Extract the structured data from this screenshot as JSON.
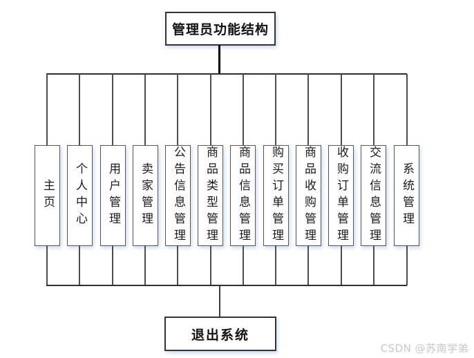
{
  "diagram": {
    "root": {
      "label": "管理员功能结构"
    },
    "branches": [
      {
        "label": "主页"
      },
      {
        "label": "个人中心"
      },
      {
        "label": "用户管理"
      },
      {
        "label": "卖家管理"
      },
      {
        "label": "公告信息管理"
      },
      {
        "label": "商品类型管理"
      },
      {
        "label": "商品信息管理"
      },
      {
        "label": "购买订单管理"
      },
      {
        "label": "商品收购管理"
      },
      {
        "label": "收购订单管理"
      },
      {
        "label": "交流信息管理"
      },
      {
        "label": "系统管理"
      }
    ],
    "exit": {
      "label": "退出系统"
    }
  },
  "watermark": {
    "text": "CSDN @苏南学弟"
  },
  "colors": {
    "background": "#ffffff",
    "line": "#2e2e2e",
    "box_border": "#555555",
    "box_fill": "#ffffff",
    "text": "#1a1a1a",
    "watermark": "#cccccc",
    "shadow": "#a5bee1"
  }
}
